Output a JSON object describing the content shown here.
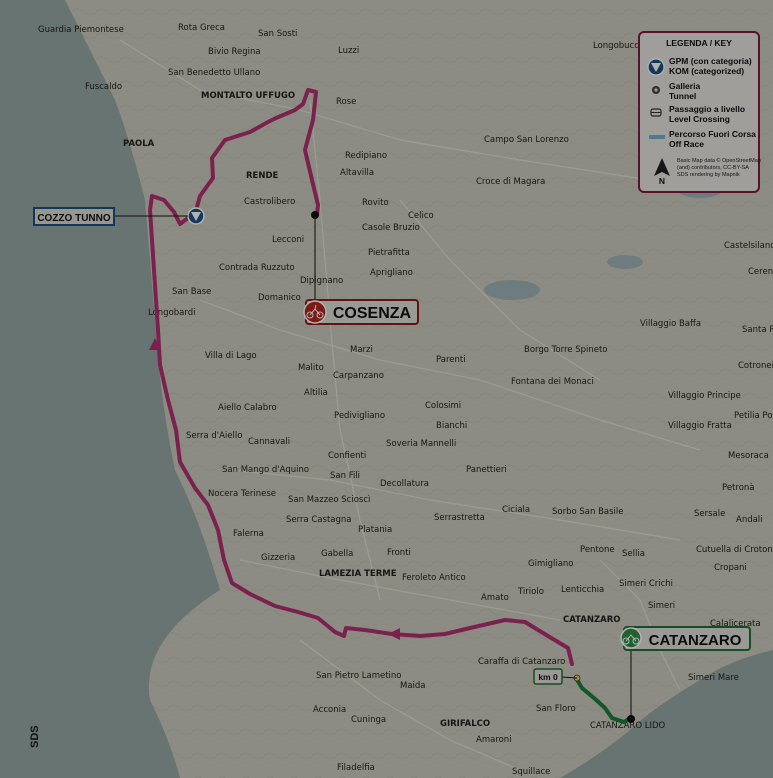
{
  "callouts": {
    "cosenza": "COSENZA",
    "catanzaro": "CATANZARO",
    "cozzo_tunno": "COZZO TUNNO",
    "km0": "km 0"
  },
  "legend": {
    "title": "LEGENDA / KEY",
    "gpm_it": "GPM (con categoria)",
    "gpm_en": "KOM (categorized)",
    "tunnel_it": "Galleria",
    "tunnel_en": "Tunnel",
    "crossing_it": "Passaggio a livello",
    "crossing_en": "Level Crossing",
    "offrace_it": "Percorso Fuori Corsa",
    "offrace_en": "Off Race",
    "credit_1": "Basic Map data © OpenStreetMap",
    "credit_2": "(and) contributors, CC-BY-SA",
    "credit_3": "SDS rendering by Mapnik"
  },
  "brand": "SDS",
  "towns": [
    "Guardia Piemontese",
    "Rota Greca",
    "San Sosti",
    "Bivio Regina",
    "San Benedetto Ullano",
    "Fuscaldo",
    "MONTALTO UFFUGO",
    "Luzzi",
    "Longobucco",
    "Rose",
    "PAOLA",
    "Redipiano",
    "RENDE",
    "Altavilla",
    "Campo San Lorenzo",
    "Croce di Magara",
    "Castrolibero",
    "Rovito",
    "Celico",
    "Casole Bruzio",
    "Lecconi",
    "Pietrafitta",
    "Contrada Ruzzuto",
    "Aprigliano",
    "Domanico",
    "Dipignano",
    "Castelsilano",
    "Cerenzia",
    "San Base",
    "Longobardi",
    "Villaggio Baffa",
    "Santa Rosa",
    "Villa di Lago",
    "Marzi",
    "Borgo Torre Spineto",
    "Parenti",
    "Cotronei",
    "Malito",
    "Carpanzano",
    "Fontana dei Monaci",
    "Altilia",
    "Pedivigliano",
    "Colosimi",
    "Villaggio Principe",
    "Aiello Calabro",
    "Petilia Policastro",
    "Serra d'Aiello",
    "Cannavali",
    "Bianchi",
    "Villaggio Fratta",
    "Soveria Mannelli",
    "Confienti",
    "San Mango d'Aquino",
    "Panettieri",
    "San Fili",
    "Mesoraca",
    "Nocera Terinese",
    "Decollatura",
    "San Mazzeo Scioscì",
    "Petronà",
    "Ciciala",
    "Sorbo San Basile",
    "Serra Castagna",
    "Serrastretta",
    "Sersale",
    "Andali",
    "Platania",
    "Falerna",
    "Pentone",
    "Sellia",
    "Cutuella di Crotone",
    "Gizzeria",
    "Gabella",
    "Fronti",
    "Gimigliano",
    "Cropani",
    "LAMEZIA TERME",
    "Feroleto Antico",
    "Simeri Crichi",
    "Lenticchia",
    "Amato",
    "Tiriolo",
    "Simeri",
    "CATANZARO",
    "Calalicerata",
    "Caraffa di Catanzaro",
    "San Pietro Lametino",
    "Simeri Mare",
    "Maida",
    "Acconia",
    "Cuninga",
    "San Floro",
    "GIRIFALCO",
    "Amaroni",
    "CATANZARO LIDO",
    "Filadelfia",
    "Squillace"
  ],
  "colors": {
    "sea": "#96a6a2",
    "land": "#cac9bd",
    "route": "#b0306f",
    "offrace": "#1f7a3d",
    "cosenza_box": "#8b1b1b",
    "catanzaro_box": "#1f6d33",
    "cozzo_box": "#1c4f7a",
    "legend_border": "#7a1c3c"
  }
}
